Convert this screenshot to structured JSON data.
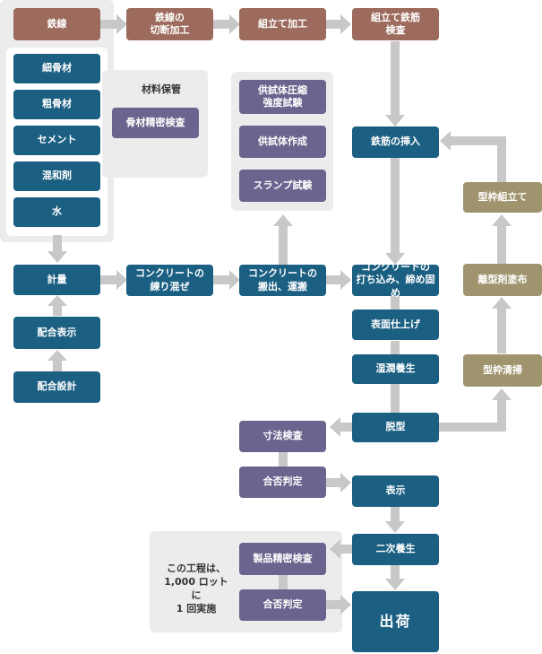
{
  "colors": {
    "brown": "#9c6b5d",
    "blue": "#1b5f82",
    "purple": "#6c648e",
    "khaki": "#9f946d",
    "panel": "#ececec",
    "arrow": "#c8c8c8"
  },
  "nodes": {
    "iron_wire": "鉄線",
    "cutting_bending": "鉄線の\n切断加工",
    "assembly_processing": "組立て加工",
    "rebar_inspection": "組立て鉄筋\n検査",
    "fine_aggregate": "細骨材",
    "coarse_aggregate": "粗骨材",
    "cement": "セメント",
    "admixture": "混和剤",
    "water": "水",
    "aggregate_inspection": "骨材精密検査",
    "compression_test": "供試体圧縮\n強度試験",
    "specimen_making": "供試体作成",
    "slump_test": "スランプ試験",
    "rebar_insertion": "鉄筋の挿入",
    "form_assembly": "型枠組立て",
    "release_agent": "離型剤塗布",
    "form_cleaning": "型枠清掃",
    "weighing": "計量",
    "mix_display": "配合表示",
    "mix_design": "配合設計",
    "mixing": "コンクリートの\n練り混ぜ",
    "transport": "コンクリートの\n搬出、運搬",
    "placing": "コンクリートの\n打ち込み、締め固め",
    "surface_finish": "表面仕上げ",
    "moist_curing": "湿潤養生",
    "demolding": "脱型",
    "dimension_inspection": "寸法検査",
    "pass_fail_1": "合否判定",
    "marking": "表示",
    "secondary_curing": "二次養生",
    "product_inspection": "製品精密検査",
    "pass_fail_2": "合否判定",
    "shipment": "出荷"
  },
  "notes": {
    "material_storage": "材料保管",
    "lot_note": "この工程は、\n1,000 ロットに\n1 回実施"
  }
}
